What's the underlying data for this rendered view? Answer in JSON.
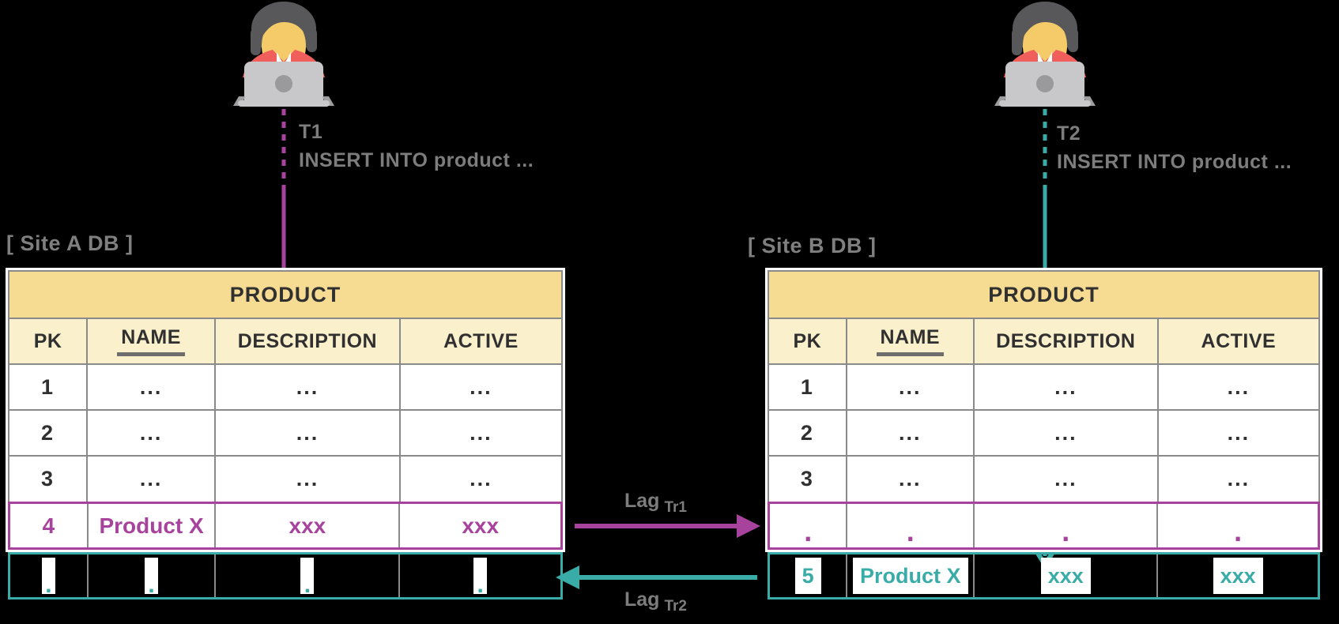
{
  "palette": {
    "magenta": "#A7439C",
    "teal": "#3AACA7",
    "table_header_bg": "#F6DC92",
    "table_subheader_bg": "#FBF0CC",
    "label_gray": "#7D7D7D",
    "background": "#000000"
  },
  "actors": {
    "left": {
      "icon": "person-at-laptop",
      "transaction_id": "T1",
      "statement": "INSERT INTO product ..."
    },
    "right": {
      "icon": "person-at-laptop",
      "transaction_id": "T2",
      "statement": "INSERT INTO product ..."
    }
  },
  "site_a": {
    "label": "[ Site A DB ]",
    "table": {
      "title": "PRODUCT",
      "columns": [
        "PK",
        "NAME",
        "DESCRIPTION",
        "ACTIVE"
      ],
      "rows": [
        [
          "1",
          "...",
          "...",
          "..."
        ],
        [
          "2",
          "...",
          "...",
          "..."
        ],
        [
          "3",
          "...",
          "...",
          "..."
        ]
      ],
      "inserted_row": {
        "pk": "4",
        "name": "Product X",
        "description": "xxx",
        "active": "xxx"
      },
      "incoming_row": {
        "pk": ".",
        "name": ".",
        "description": ".",
        "active": "."
      }
    }
  },
  "site_b": {
    "label": "[ Site B DB ]",
    "table": {
      "title": "PRODUCT",
      "columns": [
        "PK",
        "NAME",
        "DESCRIPTION",
        "ACTIVE"
      ],
      "rows": [
        [
          "1",
          "...",
          "...",
          "..."
        ],
        [
          "2",
          "...",
          "...",
          "..."
        ],
        [
          "3",
          "...",
          "...",
          "..."
        ]
      ],
      "pending_row": {
        "pk": ".",
        "name": ".",
        "description": ".",
        "active": "."
      },
      "inserted_row": {
        "pk": "5",
        "name": "Product X",
        "description": "xxx",
        "active": "xxx"
      }
    }
  },
  "replication": {
    "a_to_b": {
      "label": "Lag",
      "sub": "Tr1"
    },
    "b_to_a": {
      "label": "Lag",
      "sub": "Tr2"
    }
  }
}
